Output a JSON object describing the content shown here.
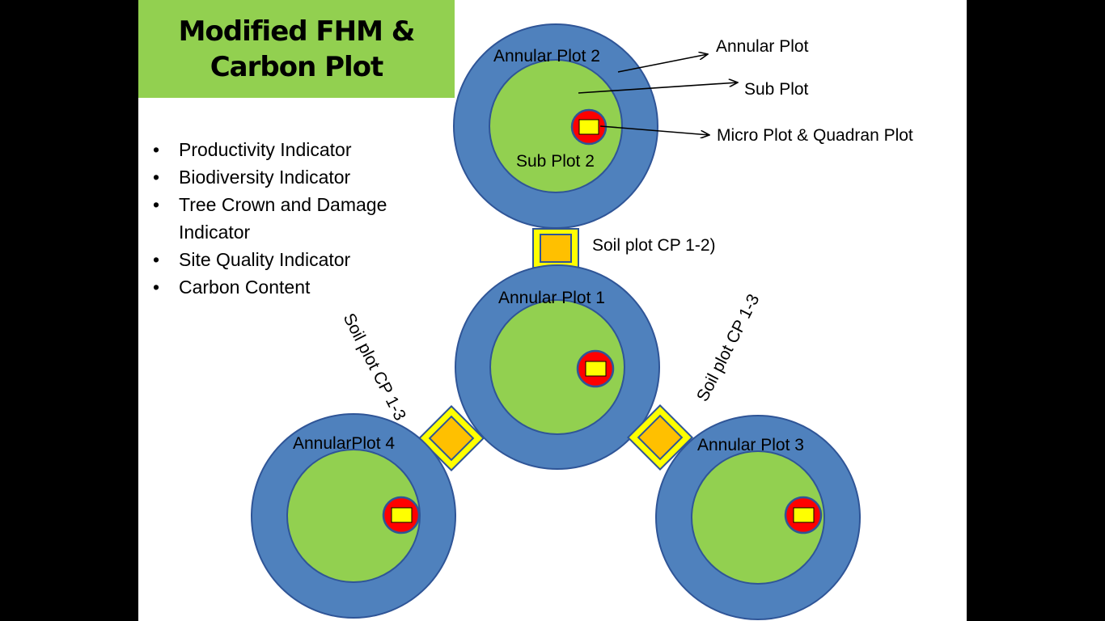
{
  "title": {
    "line1": "Modified FHM &",
    "line2": "Carbon Plot"
  },
  "indicators": [
    "Productivity Indicator",
    "Biodiversity Indicator",
    "Tree Crown and Damage Indicator",
    "Site Quality Indicator",
    "Carbon Content"
  ],
  "plots": {
    "annular_2": "Annular Plot 2",
    "sub_2": "Sub Plot 2",
    "annular_1": "Annular Plot 1",
    "annular_3": "Annular Plot 3",
    "annular_4": "AnnularPlot 4"
  },
  "callouts": {
    "annular": "Annular Plot",
    "sub": "Sub Plot",
    "micro": "Micro Plot & Quadran Plot"
  },
  "soil": {
    "cp_1_2": "Soil plot CP 1-2)",
    "left": "Soil plot CP 1-3",
    "right": "Soil plot CP 1-3"
  },
  "colors": {
    "annular": "#4f81bd",
    "annular_border": "#2f5597",
    "sub": "#92d050",
    "micro_ring": "#ff0000",
    "quadran": "#ffff00",
    "soil_outer": "#ffff00",
    "soil_inner": "#ffc000",
    "title_bg": "#92d050"
  }
}
